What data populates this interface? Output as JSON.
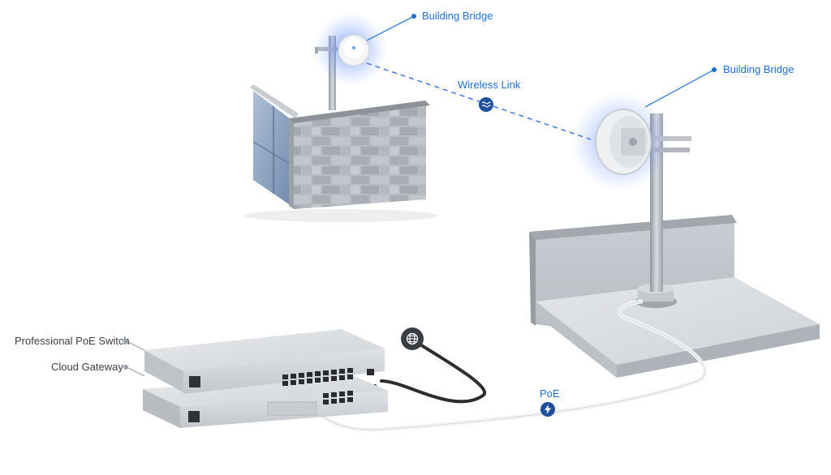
{
  "labels": {
    "building_bridge_top": "Building Bridge",
    "building_bridge_right": "Building Bridge",
    "wireless_link": "Wireless Link",
    "poe": "PoE",
    "professional_poe_switch": "Professional PoE Switch",
    "cloud_gateway": "Cloud Gateway"
  },
  "icons": {
    "wireless": "wireless-wave-icon",
    "poe": "lightning-bolt-icon",
    "internet": "globe-icon"
  },
  "colors": {
    "accent": "#1f6fd1",
    "badge_dark": "#1e4f9c",
    "globe_badge": "#3a3d42",
    "glow": "#4f7cff"
  }
}
